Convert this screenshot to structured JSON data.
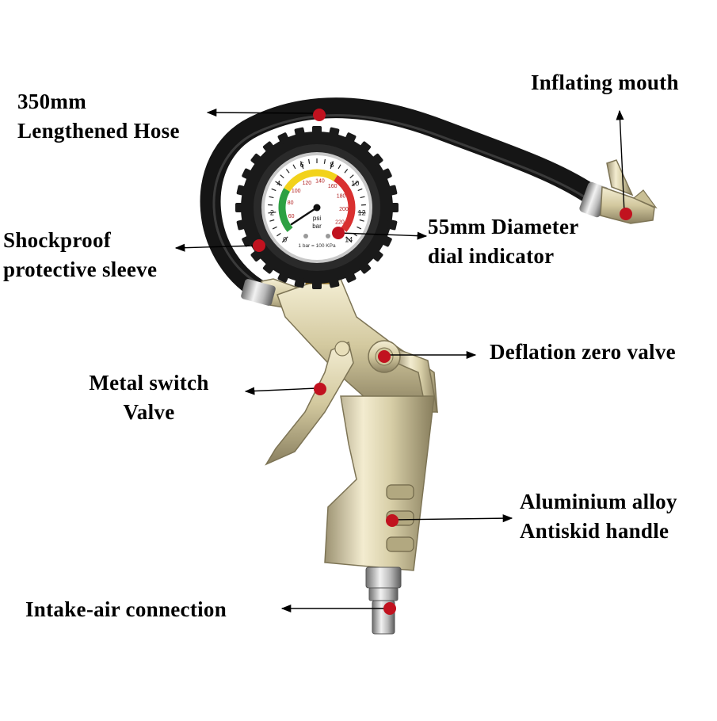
{
  "diagram": {
    "colors": {
      "hose": "#151515",
      "metal": "#d8cfa8",
      "metal_dark": "#8e8462",
      "brass": "#d4a23a",
      "marker": "#c1121f",
      "arrow": "#000000",
      "scale_green": "#2ea043",
      "scale_yellow": "#f2d21b",
      "scale_red": "#d93030"
    },
    "gauge": {
      "psi_ticks": [
        "0",
        "2",
        "4",
        "6",
        "8",
        "10",
        "12",
        "14"
      ],
      "kpa_ticks": [
        "60",
        "80",
        "100",
        "120",
        "140",
        "160",
        "180",
        "200",
        "220"
      ],
      "unit_psi": "psi",
      "unit_bar": "bar",
      "footer": "1 bar = 100 KPa"
    },
    "labels": {
      "hose_line1": "350mm",
      "hose_line2": "Lengthened Hose",
      "mouth": "Inflating mouth",
      "sleeve_line1": "Shockproof",
      "sleeve_line2": "protective sleeve",
      "dial_line1": "55mm Diameter",
      "dial_line2": "dial indicator",
      "deflation": "Deflation zero valve",
      "switch_line1": "Metal switch",
      "switch_line2": "Valve",
      "handle_line1": "Aluminium alloy",
      "handle_line2": "Antiskid handle",
      "intake": "Intake-air connection"
    }
  }
}
